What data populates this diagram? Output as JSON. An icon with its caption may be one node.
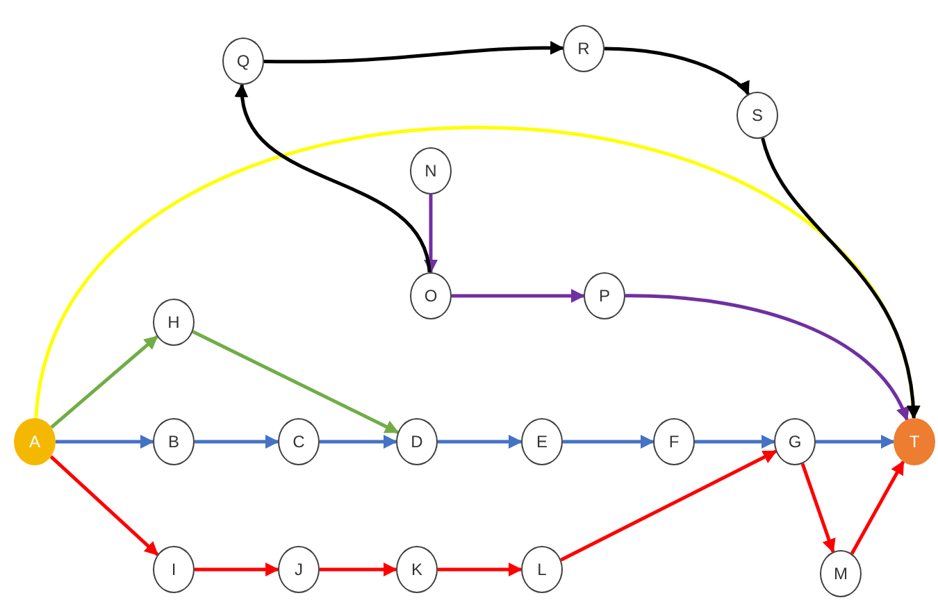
{
  "diagram": {
    "nodes": [
      {
        "text": [
          "A"
        ]
      },
      {
        "text": [
          "B"
        ]
      },
      {
        "text": [
          "C"
        ]
      },
      {
        "text": [
          "D"
        ]
      },
      {
        "text": [
          "E"
        ]
      },
      {
        "text": [
          "F"
        ]
      },
      {
        "text": [
          "G"
        ]
      },
      {
        "text": [
          "H"
        ]
      },
      {
        "text": [
          "I"
        ]
      },
      {
        "text": [
          "J"
        ]
      },
      {
        "text": [
          "K"
        ]
      },
      {
        "text": [
          "L"
        ]
      },
      {
        "text": [
          "M"
        ]
      },
      {
        "text": [
          "N"
        ]
      },
      {
        "text": [
          "O"
        ]
      },
      {
        "text": [
          "P"
        ]
      },
      {
        "text": [
          "Q"
        ]
      },
      {
        "text": [
          "R"
        ]
      },
      {
        "text": [
          "S"
        ]
      },
      {
        "text": [
          "T"
        ]
      }
    ],
    "edges": [
      {
        "from": 0,
        "to": 7,
        "arrow": "to",
        "color": "#70ad47"
      },
      {
        "from": 7,
        "to": 3,
        "arrow": "to",
        "color": "#70ad47"
      },
      {
        "from": 0,
        "to": 1,
        "arrow": "to",
        "color": "#4472c4"
      },
      {
        "from": 1,
        "to": 2,
        "arrow": "to",
        "color": "#4472c4"
      },
      {
        "from": 2,
        "to": 3,
        "arrow": "to",
        "color": "#4472c4"
      },
      {
        "from": 3,
        "to": 4,
        "arrow": "to",
        "color": "#4472c4"
      },
      {
        "from": 4,
        "to": 5,
        "arrow": "to",
        "color": "#4472c4"
      },
      {
        "from": 5,
        "to": 6,
        "arrow": "to",
        "color": "#4472c4"
      },
      {
        "from": 6,
        "to": 19,
        "arrow": "to",
        "color": "#4472c4"
      },
      {
        "from": 0,
        "to": 8,
        "arrow": "to",
        "color": "#ff0000"
      },
      {
        "from": 8,
        "to": 9,
        "arrow": "to",
        "color": "#ff0000"
      },
      {
        "from": 9,
        "to": 10,
        "arrow": "to",
        "color": "#ff0000"
      },
      {
        "from": 10,
        "to": 11,
        "arrow": "to",
        "color": "#ff0000"
      },
      {
        "from": 11,
        "to": 6,
        "arrow": "to",
        "color": "#ff0000"
      },
      {
        "from": 6,
        "to": 12,
        "arrow": "to",
        "color": "#ff0000"
      },
      {
        "from": 12,
        "to": 19,
        "arrow": "to",
        "color": "#ff0000"
      },
      {
        "from": 0,
        "to": 19,
        "arrow": "to",
        "color": "#ffff00"
      },
      {
        "from": 13,
        "to": 14,
        "arrow": "to",
        "color": "#7030a0"
      },
      {
        "from": 14,
        "to": 15,
        "arrow": "to",
        "color": "#7030a0"
      },
      {
        "from": 15,
        "to": 19,
        "arrow": "to",
        "color": "#7030a0"
      },
      {
        "from": 14,
        "to": 16,
        "arrow": "to",
        "color": "#000000"
      },
      {
        "from": 16,
        "to": 17,
        "arrow": "to",
        "color": "#000000"
      },
      {
        "from": 17,
        "to": 18,
        "arrow": "to",
        "color": "#000000"
      },
      {
        "from": 18,
        "to": 19,
        "arrow": "to",
        "color": "#000000"
      }
    ]
  }
}
